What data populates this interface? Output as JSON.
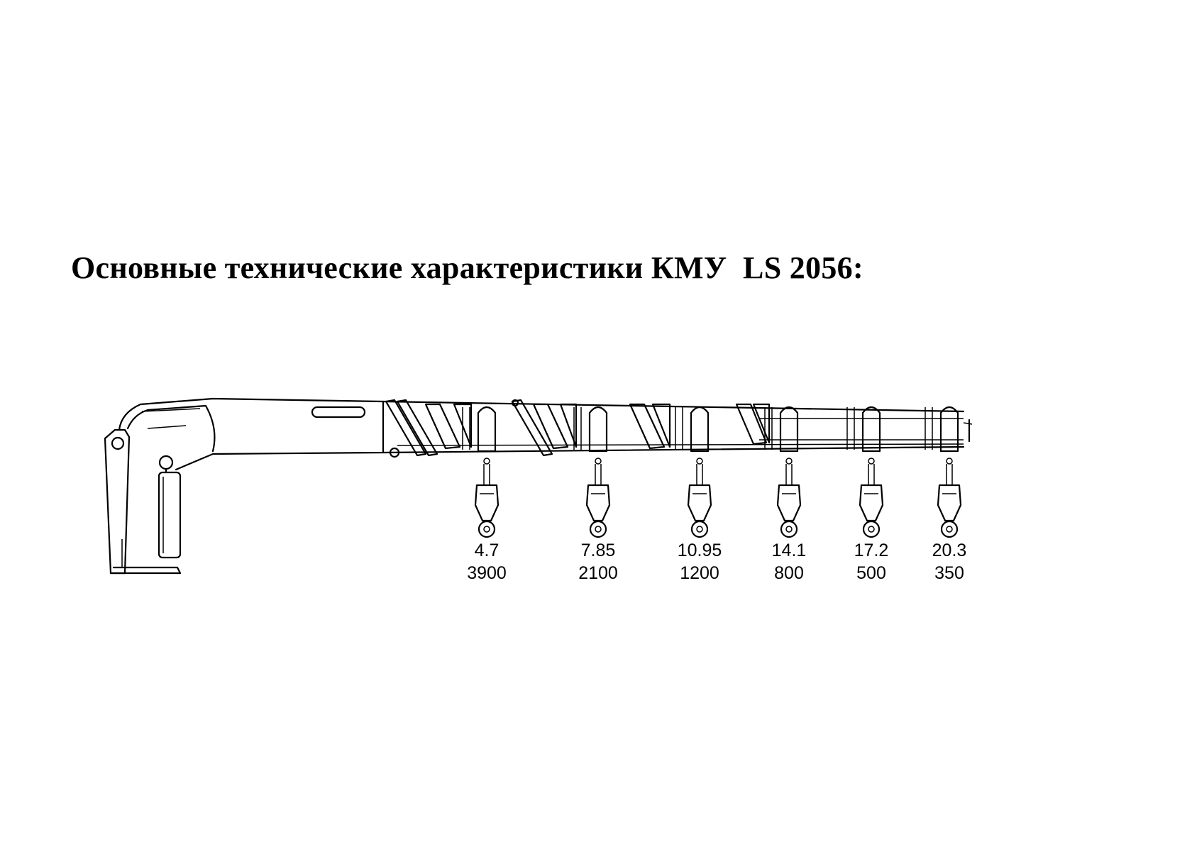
{
  "title": "Основные технические характеристики КМУ  LS 2056:",
  "hooks": [
    {
      "reach": "4.7",
      "load": "3900"
    },
    {
      "reach": "7.85",
      "load": "2100"
    },
    {
      "reach": "10.95",
      "load": "1200"
    },
    {
      "reach": "14.1",
      "load": "800"
    },
    {
      "reach": "17.2",
      "load": "500"
    },
    {
      "reach": "20.3",
      "load": "350"
    }
  ]
}
